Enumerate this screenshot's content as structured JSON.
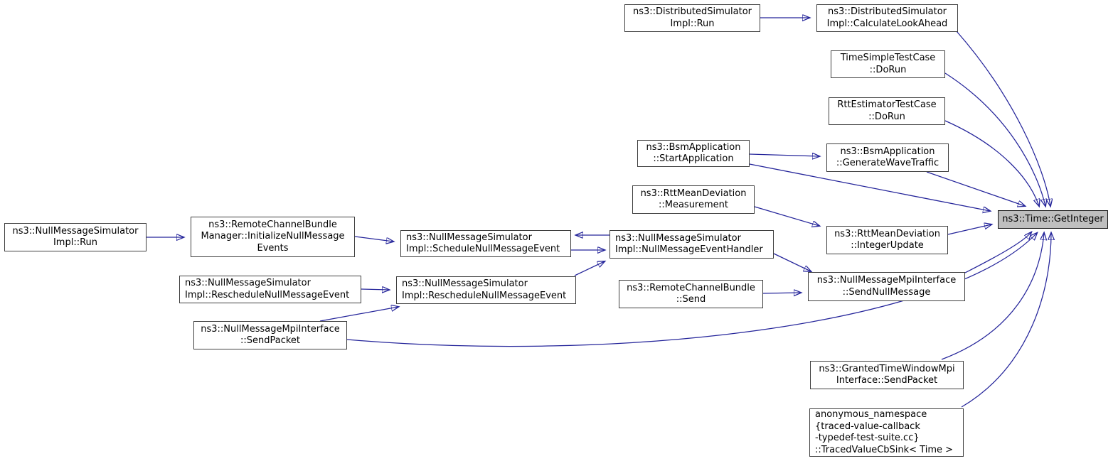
{
  "diagram": {
    "type": "call-graph",
    "target_function": "ns3::Time::GetInteger",
    "colors": {
      "edge": "#24249a",
      "node_fill": "#ffffff",
      "node_border": "#3f3f3f",
      "highlight_fill": "#bfbfbf",
      "text": "#000000",
      "background": "#ffffff"
    },
    "nodes": [
      {
        "id": "distributed-run",
        "label": "ns3::DistributedSimulatorImpl::Run",
        "lines": [
          "ns3::DistributedSimulator",
          "Impl::Run"
        ],
        "highlighted": false
      },
      {
        "id": "calculate-look-ahead",
        "label": "ns3::DistributedSimulatorImpl::CalculateLookAhead",
        "lines": [
          "ns3::DistributedSimulator",
          "Impl::CalculateLookAhead"
        ],
        "highlighted": false
      },
      {
        "id": "time-simple-dorun",
        "label": "TimeSimpleTestCase::DoRun",
        "lines": [
          "TimeSimpleTestCase",
          "::DoRun"
        ],
        "highlighted": false
      },
      {
        "id": "rtt-estimator-dorun",
        "label": "RttEstimatorTestCase::DoRun",
        "lines": [
          "RttEstimatorTestCase",
          "::DoRun"
        ],
        "highlighted": false
      },
      {
        "id": "start-application",
        "label": "ns3::BsmApplication::StartApplication",
        "lines": [
          "ns3::BsmApplication",
          "::StartApplication"
        ],
        "highlighted": false
      },
      {
        "id": "generate-wave-traffic",
        "label": "ns3::BsmApplication::GenerateWaveTraffic",
        "lines": [
          "ns3::BsmApplication",
          "::GenerateWaveTraffic"
        ],
        "highlighted": false
      },
      {
        "id": "measurement",
        "label": "ns3::RttMeanDeviation::Measurement",
        "lines": [
          "ns3::RttMeanDeviation",
          "::Measurement"
        ],
        "highlighted": false
      },
      {
        "id": "get-integer",
        "label": "ns3::Time::GetInteger",
        "lines": [
          "ns3::Time::GetInteger"
        ],
        "highlighted": true
      },
      {
        "id": "integer-update",
        "label": "ns3::RttMeanDeviation::IntegerUpdate",
        "lines": [
          "ns3::RttMeanDeviation",
          "::IntegerUpdate"
        ],
        "highlighted": false
      },
      {
        "id": "null-run",
        "label": "ns3::NullMessageSimulatorImpl::Run",
        "lines": [
          "ns3::NullMessageSimulator",
          "Impl::Run"
        ],
        "highlighted": false
      },
      {
        "id": "init-null-message-events",
        "label": "ns3::RemoteChannelBundleManager::InitializeNullMessageEvents",
        "lines": [
          "ns3::RemoteChannelBundle",
          "Manager::InitializeNullMessage",
          "Events"
        ],
        "highlighted": false
      },
      {
        "id": "schedule-null-message-event",
        "label": "ns3::NullMessageSimulatorImpl::ScheduleNullMessageEvent",
        "lines": [
          "ns3::NullMessageSimulator",
          "Impl::ScheduleNullMessageEvent"
        ],
        "highlighted": false
      },
      {
        "id": "null-message-event-handler",
        "label": "ns3::NullMessageSimulatorImpl::NullMessageEventHandler",
        "lines": [
          "ns3::NullMessageSimulator",
          "Impl::NullMessageEventHandler"
        ],
        "highlighted": false
      },
      {
        "id": "send-null-message",
        "label": "ns3::NullMessageMpiInterface::SendNullMessage",
        "lines": [
          "ns3::NullMessageMpiInterface",
          "::SendNullMessage"
        ],
        "highlighted": false
      },
      {
        "id": "remote-channel-bundle-send",
        "label": "ns3::RemoteChannelBundle::Send",
        "lines": [
          "ns3::RemoteChannelBundle",
          "::Send"
        ],
        "highlighted": false
      },
      {
        "id": "reschedule-null-message-event-left",
        "label": "ns3::NullMessageSimulatorImpl::RescheduleNullMessageEvent",
        "lines": [
          "ns3::NullMessageSimulator",
          "Impl::RescheduleNullMessageEvent"
        ],
        "highlighted": false
      },
      {
        "id": "reschedule-null-message-event-mid",
        "label": "ns3::NullMessageSimulatorImpl::RescheduleNullMessageEvent",
        "lines": [
          "ns3::NullMessageSimulator",
          "Impl::RescheduleNullMessageEvent"
        ],
        "highlighted": false
      },
      {
        "id": "null-mpi-send-packet",
        "label": "ns3::NullMessageMpiInterface::SendPacket",
        "lines": [
          "ns3::NullMessageMpiInterface",
          "::SendPacket"
        ],
        "highlighted": false
      },
      {
        "id": "granted-tw-send-packet",
        "label": "ns3::GrantedTimeWindowMpiInterface::SendPacket",
        "lines": [
          "ns3::GrantedTimeWindowMpi",
          "Interface::SendPacket"
        ],
        "highlighted": false
      },
      {
        "id": "traced-value-cb-sink",
        "label": "anonymous_namespace{traced-value-callback-typedef-test-suite.cc}::TracedValueCbSink< Time >",
        "lines": [
          "anonymous_namespace",
          "{traced-value-callback",
          "-typedef-test-suite.cc}",
          "::TracedValueCbSink< Time >"
        ],
        "highlighted": false
      }
    ],
    "edges": [
      {
        "from": "distributed-run",
        "to": "calculate-look-ahead"
      },
      {
        "from": "calculate-look-ahead",
        "to": "get-integer"
      },
      {
        "from": "time-simple-dorun",
        "to": "get-integer"
      },
      {
        "from": "rtt-estimator-dorun",
        "to": "get-integer"
      },
      {
        "from": "start-application",
        "to": "generate-wave-traffic"
      },
      {
        "from": "start-application",
        "to": "get-integer"
      },
      {
        "from": "generate-wave-traffic",
        "to": "get-integer"
      },
      {
        "from": "measurement",
        "to": "integer-update"
      },
      {
        "from": "integer-update",
        "to": "get-integer"
      },
      {
        "from": "null-run",
        "to": "init-null-message-events"
      },
      {
        "from": "init-null-message-events",
        "to": "schedule-null-message-event"
      },
      {
        "from": "null-message-event-handler",
        "to": "schedule-null-message-event"
      },
      {
        "from": "schedule-null-message-event",
        "to": "null-message-event-handler"
      },
      {
        "from": "reschedule-null-message-event-mid",
        "to": "null-message-event-handler"
      },
      {
        "from": "null-message-event-handler",
        "to": "send-null-message"
      },
      {
        "from": "remote-channel-bundle-send",
        "to": "send-null-message"
      },
      {
        "from": "send-null-message",
        "to": "get-integer"
      },
      {
        "from": "reschedule-null-message-event-left",
        "to": "reschedule-null-message-event-mid"
      },
      {
        "from": "null-mpi-send-packet",
        "to": "reschedule-null-message-event-mid"
      },
      {
        "from": "null-mpi-send-packet",
        "to": "get-integer"
      },
      {
        "from": "granted-tw-send-packet",
        "to": "get-integer"
      },
      {
        "from": "traced-value-cb-sink",
        "to": "get-integer"
      }
    ]
  }
}
